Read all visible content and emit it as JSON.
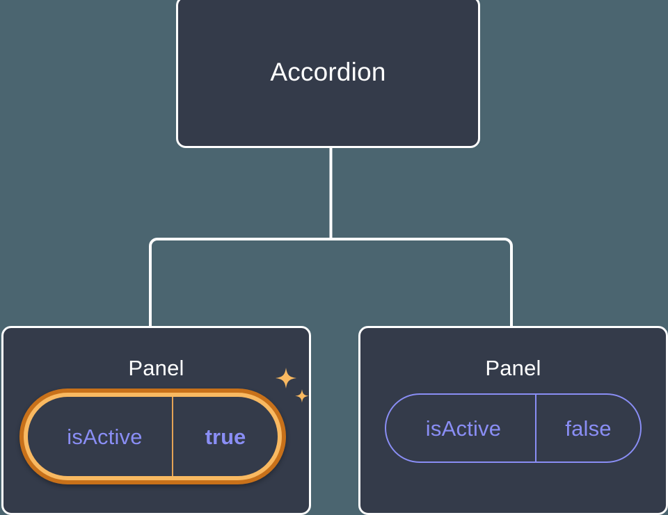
{
  "theme": {
    "canvas_background": "#4b6570",
    "node_background": "#343b4a",
    "node_border": "#ffffff",
    "connector_color": "#ffffff",
    "prop_accent": "#8a8ef5",
    "highlight_outer": "#c8711a",
    "highlight_inner": "#f9b961",
    "sparkle_color": "#f9b961"
  },
  "tree": {
    "root": {
      "title": "Accordion"
    },
    "children": [
      {
        "title": "Panel",
        "highlighted": true,
        "prop": {
          "key": "isActive",
          "value": "true"
        },
        "sparkle_large_icon": "sparkle-icon",
        "sparkle_small_icon": "sparkle-icon"
      },
      {
        "title": "Panel",
        "highlighted": false,
        "prop": {
          "key": "isActive",
          "value": "false"
        }
      }
    ]
  }
}
